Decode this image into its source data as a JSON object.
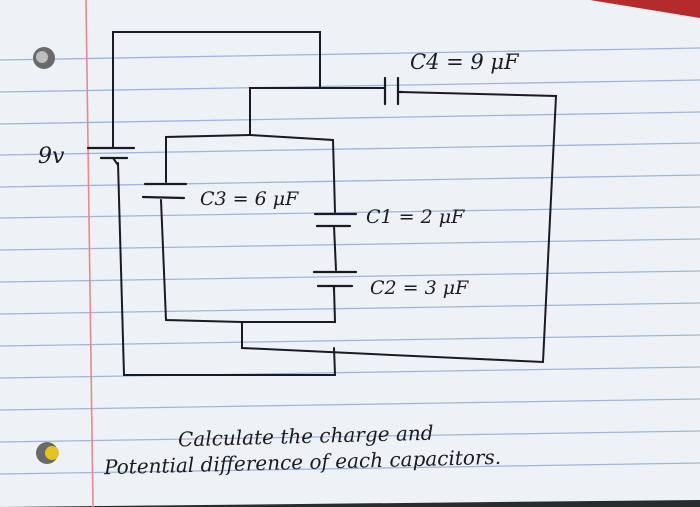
{
  "circuit": {
    "battery_label": "9v",
    "capacitors": [
      {
        "id": "c4",
        "label": "C4 = 9 μF"
      },
      {
        "id": "c3",
        "label": "C3 = 6 μF"
      },
      {
        "id": "c1",
        "label": "C1 = 2 μF"
      },
      {
        "id": "c2",
        "label": "C2 = 3 μF"
      }
    ]
  },
  "question": {
    "line1": "Calculate the charge and",
    "line2": "Potential difference of each capacitors."
  },
  "colors": {
    "paper": "#eef2f6",
    "rule_line": "#9fb4dc",
    "margin_line": "#e58a8a",
    "ink": "#1a1a22"
  }
}
